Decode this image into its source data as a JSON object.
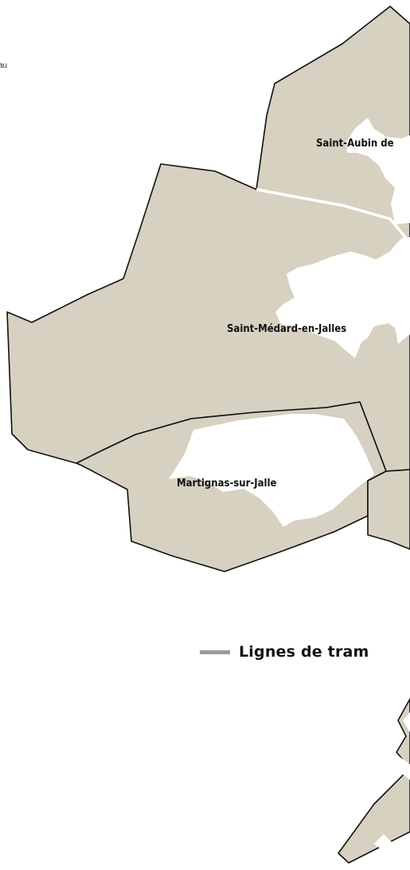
{
  "map": {
    "corner_text": "au",
    "colors": {
      "commune_fill": "#d6d1c0",
      "border": "#111111",
      "urban": "#ffffff",
      "tram_line": "#9a9a9a"
    },
    "communes": [
      {
        "id": "saint-aubin",
        "label": "Saint-Aubin de"
      },
      {
        "id": "saint-medard",
        "label": "Saint-Médard-en-Jalles"
      },
      {
        "id": "martignas",
        "label": "Martignas-sur-Jalle"
      }
    ]
  },
  "legend": {
    "tram_label": "Lignes de tram"
  }
}
